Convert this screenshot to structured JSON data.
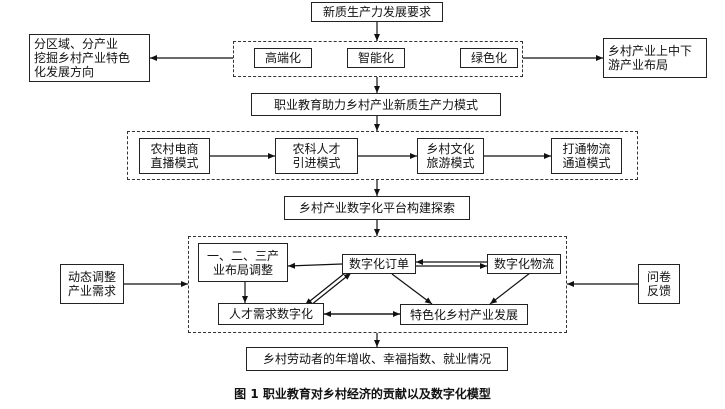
{
  "nodes": {
    "requirement": "新质生产力发展要求",
    "high_end": "高端化",
    "intelligent": "智能化",
    "green": "绿色化",
    "left_direction": "分区域、分产业\n挖掘乡村产业特色\n化发展方向",
    "right_layout": "乡村产业上中下\n游产业布局",
    "model": "职业教育助力乡村产业新质生产力模式",
    "ecommerce": "农村电商\n直播模式",
    "talent": "农科人才\n引进模式",
    "tourism": "乡村文化\n旅游模式",
    "logistics": "打通物流\n通道模式",
    "platform": "乡村产业数字化平台构建探索",
    "industry_layout": "一、二、三产\n业布局调整",
    "digital_order": "数字化订单",
    "digital_logistics": "数字化物流",
    "talent_digital": "人才需求数字化",
    "specialty_industry": "特色化乡村产业发展",
    "dynamic_demand": "动态调整\n产业需求",
    "questionnaire": "问卷\n反馈",
    "outcome": "乡村劳动者的年增收、幸福指数、就业情况"
  },
  "caption": "图 1   职业教育对乡村经济的贡献以及数字化模型"
}
